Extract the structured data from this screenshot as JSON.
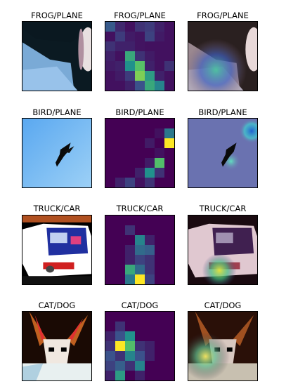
{
  "rows": [
    {
      "labels": [
        "FROG/PLANE",
        "FROG/PLANE",
        "FROG/PLANE"
      ],
      "heatmap": [
        [
          0.28,
          0.12,
          0.05,
          0.15,
          0.18,
          0.1,
          0.05
        ],
        [
          0.05,
          0.18,
          0.08,
          0.06,
          0.2,
          0.08,
          0.05
        ],
        [
          0.15,
          0.1,
          0.1,
          0.06,
          0.05,
          0.05,
          0.05
        ],
        [
          0.1,
          0.05,
          0.6,
          0.15,
          0.08,
          0.05,
          0.05
        ],
        [
          0.08,
          0.1,
          0.5,
          0.72,
          0.1,
          0.05,
          0.15
        ],
        [
          0.05,
          0.08,
          0.18,
          0.8,
          0.55,
          0.1,
          0.05
        ],
        [
          0.05,
          0.05,
          0.1,
          0.25,
          0.6,
          0.45,
          0.05
        ]
      ]
    },
    {
      "labels": [
        "BIRD/PLANE",
        "BIRD/PLANE",
        "BIRD/PLANE"
      ],
      "heatmap": [
        [
          0.0,
          0.0,
          0.0,
          0.0,
          0.0,
          0.0,
          0.0
        ],
        [
          0.0,
          0.0,
          0.0,
          0.0,
          0.0,
          0.05,
          0.4
        ],
        [
          0.0,
          0.0,
          0.0,
          0.0,
          0.08,
          0.0,
          1.0
        ],
        [
          0.0,
          0.0,
          0.0,
          0.0,
          0.0,
          0.05,
          0.0
        ],
        [
          0.0,
          0.0,
          0.0,
          0.0,
          0.08,
          0.7,
          0.0
        ],
        [
          0.0,
          0.0,
          0.0,
          0.1,
          0.5,
          0.15,
          0.0
        ],
        [
          0.0,
          0.1,
          0.2,
          0.05,
          0.15,
          0.0,
          0.0
        ]
      ]
    },
    {
      "labels": [
        "TRUCK/CAR",
        "TRUCK/CAR",
        "TRUCK/CAR"
      ],
      "heatmap": [
        [
          0.0,
          0.0,
          0.0,
          0.0,
          0.0,
          0.0,
          0.0
        ],
        [
          0.0,
          0.0,
          0.15,
          0.0,
          0.0,
          0.0,
          0.0
        ],
        [
          0.0,
          0.0,
          0.0,
          0.45,
          0.1,
          0.0,
          0.0
        ],
        [
          0.0,
          0.0,
          0.1,
          0.35,
          0.3,
          0.0,
          0.0
        ],
        [
          0.0,
          0.0,
          0.1,
          0.2,
          0.15,
          0.0,
          0.0
        ],
        [
          0.0,
          0.0,
          0.6,
          0.35,
          0.15,
          0.0,
          0.0
        ],
        [
          0.0,
          0.0,
          0.4,
          1.0,
          0.2,
          0.0,
          0.0
        ]
      ]
    },
    {
      "labels": [
        "CAT/DOG",
        "CAT/DOG",
        "CAT/DOG"
      ],
      "heatmap": [
        [
          0.0,
          0.0,
          0.0,
          0.0,
          0.0,
          0.0,
          0.0
        ],
        [
          0.0,
          0.15,
          0.0,
          0.0,
          0.0,
          0.0,
          0.0
        ],
        [
          0.1,
          0.25,
          0.5,
          0.0,
          0.0,
          0.0,
          0.0
        ],
        [
          0.15,
          1.0,
          0.7,
          0.15,
          0.1,
          0.0,
          0.0
        ],
        [
          0.25,
          0.15,
          0.45,
          0.25,
          0.1,
          0.0,
          0.0
        ],
        [
          0.2,
          0.3,
          0.15,
          0.45,
          0.0,
          0.0,
          0.0
        ],
        [
          0.1,
          0.55,
          0.0,
          0.1,
          0.0,
          0.0,
          0.0
        ]
      ]
    }
  ]
}
